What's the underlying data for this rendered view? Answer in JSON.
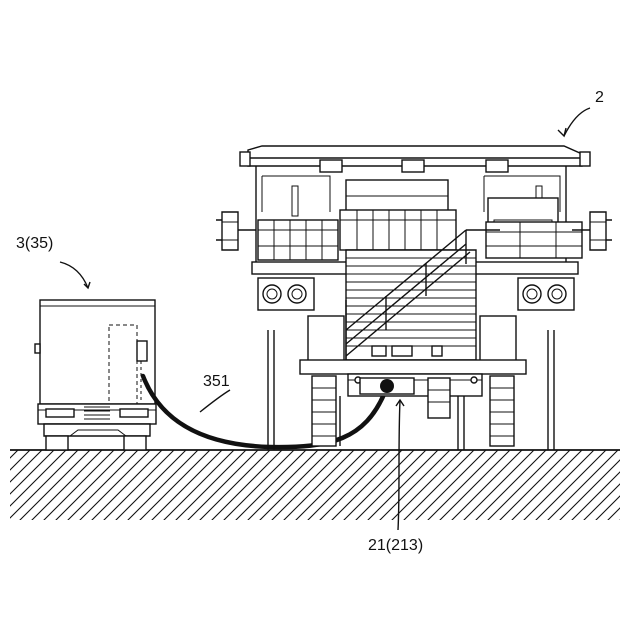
{
  "labels": {
    "truck": "2",
    "vehicle": "3(35)",
    "cable": "351",
    "connector": "21(213)"
  }
}
